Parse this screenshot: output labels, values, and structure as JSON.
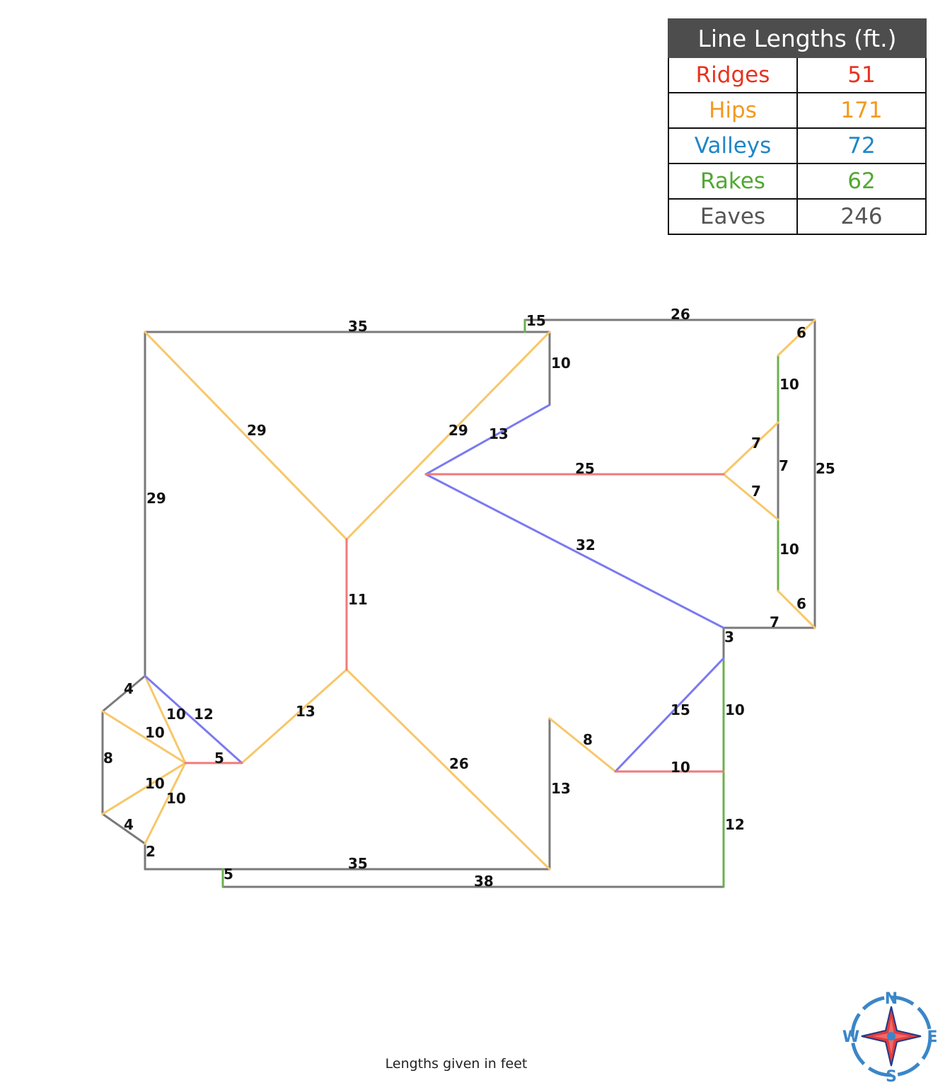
{
  "legend": {
    "title": "Line Lengths (ft.)",
    "rows": [
      {
        "label": "Ridges",
        "value": "51",
        "color": "#e8321e"
      },
      {
        "label": "Hips",
        "value": "171",
        "color": "#f29a1f"
      },
      {
        "label": "Valleys",
        "value": "72",
        "color": "#1f86c8"
      },
      {
        "label": "Rakes",
        "value": "62",
        "color": "#52a832"
      },
      {
        "label": "Eaves",
        "value": "246",
        "color": "#555555"
      }
    ]
  },
  "line_colors": {
    "ridge": "#f07a7a",
    "hip": "#f7c76a",
    "valley": "#7a7af2",
    "rake": "#6cb04e",
    "eave": "#7a7a7a"
  },
  "segment_labels": [
    "35",
    "15",
    "26",
    "6",
    "10",
    "10",
    "29",
    "29",
    "13",
    "29",
    "25",
    "7",
    "7",
    "25",
    "7",
    "32",
    "10",
    "6",
    "7",
    "3",
    "11",
    "4",
    "10",
    "12",
    "13",
    "10",
    "15",
    "10",
    "8",
    "5",
    "8",
    "10",
    "10",
    "26",
    "10",
    "13",
    "4",
    "12",
    "2",
    "35",
    "5",
    "38"
  ],
  "footer": "Lengths given in feet",
  "compass": {
    "n": "N",
    "e": "E",
    "s": "S",
    "w": "W"
  }
}
